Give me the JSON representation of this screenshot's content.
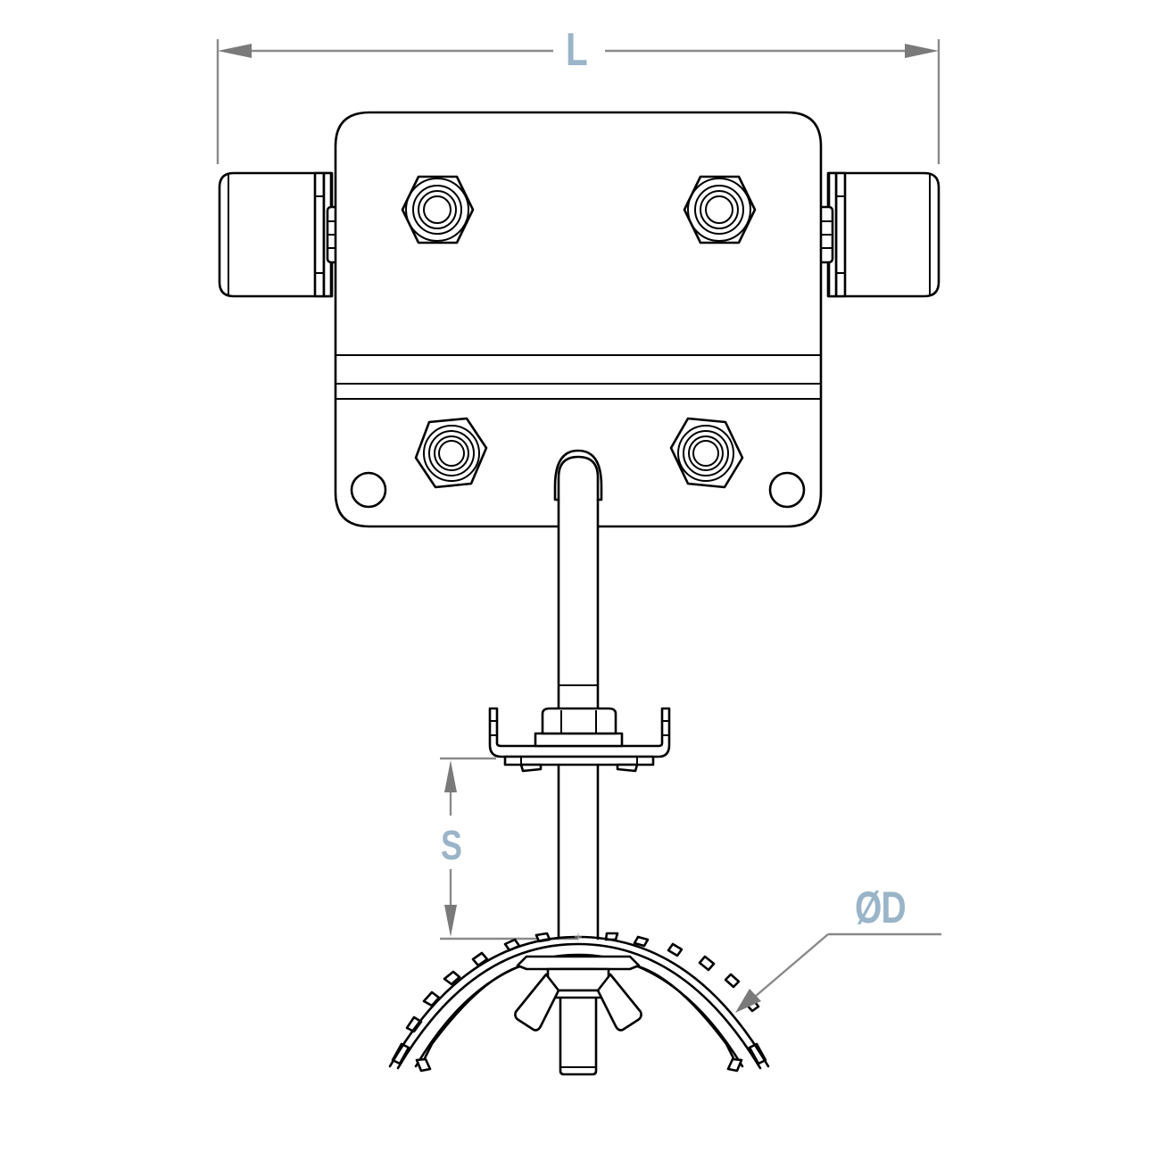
{
  "drawing": {
    "subject": "trolley hanger with rod and cable saddle clamp",
    "line_color": "#000000",
    "dimension_line_color": "#8a8a8a",
    "dimension_label_color": "#9ab4c8",
    "background": "#ffffff"
  },
  "dimensions": {
    "length": {
      "label": "L"
    },
    "spacing": {
      "label": "S"
    },
    "diameter": {
      "label": "ØD"
    }
  }
}
